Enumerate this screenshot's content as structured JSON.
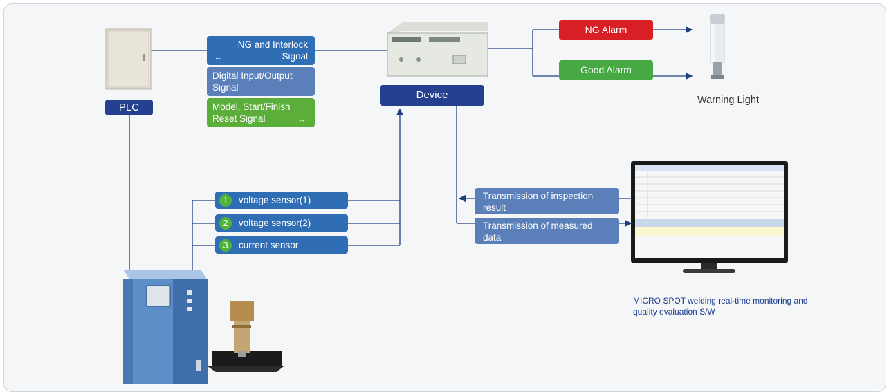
{
  "plc": {
    "label": "PLC"
  },
  "signals": {
    "ng_interlock": "NG and Interlock Signal",
    "digital_io": "Digital Input/Output Signal",
    "model_start": "Model, Start/Finish Reset Signal"
  },
  "device": {
    "label": "Device"
  },
  "alarms": {
    "ng": "NG Alarm",
    "good": "Good Alarm"
  },
  "warning_light": {
    "label": "Warning Light"
  },
  "sensors": [
    {
      "num": "1",
      "label": "voltage sensor(1)"
    },
    {
      "num": "2",
      "label": "voltage sensor(2)"
    },
    {
      "num": "3",
      "label": "current sensor"
    }
  ],
  "transmissions": {
    "inspection": "Transmission of inspection result",
    "measured": "Transmission of measured data"
  },
  "software_caption": "MICRO SPOT welding real-time monitoring and quality evaluation S/W",
  "colors": {
    "blue": "#2f6db5",
    "steel": "#5b7fb8",
    "green": "#5cae3a",
    "navy": "#24408e",
    "red": "#d91f26",
    "good_green": "#46a944"
  }
}
